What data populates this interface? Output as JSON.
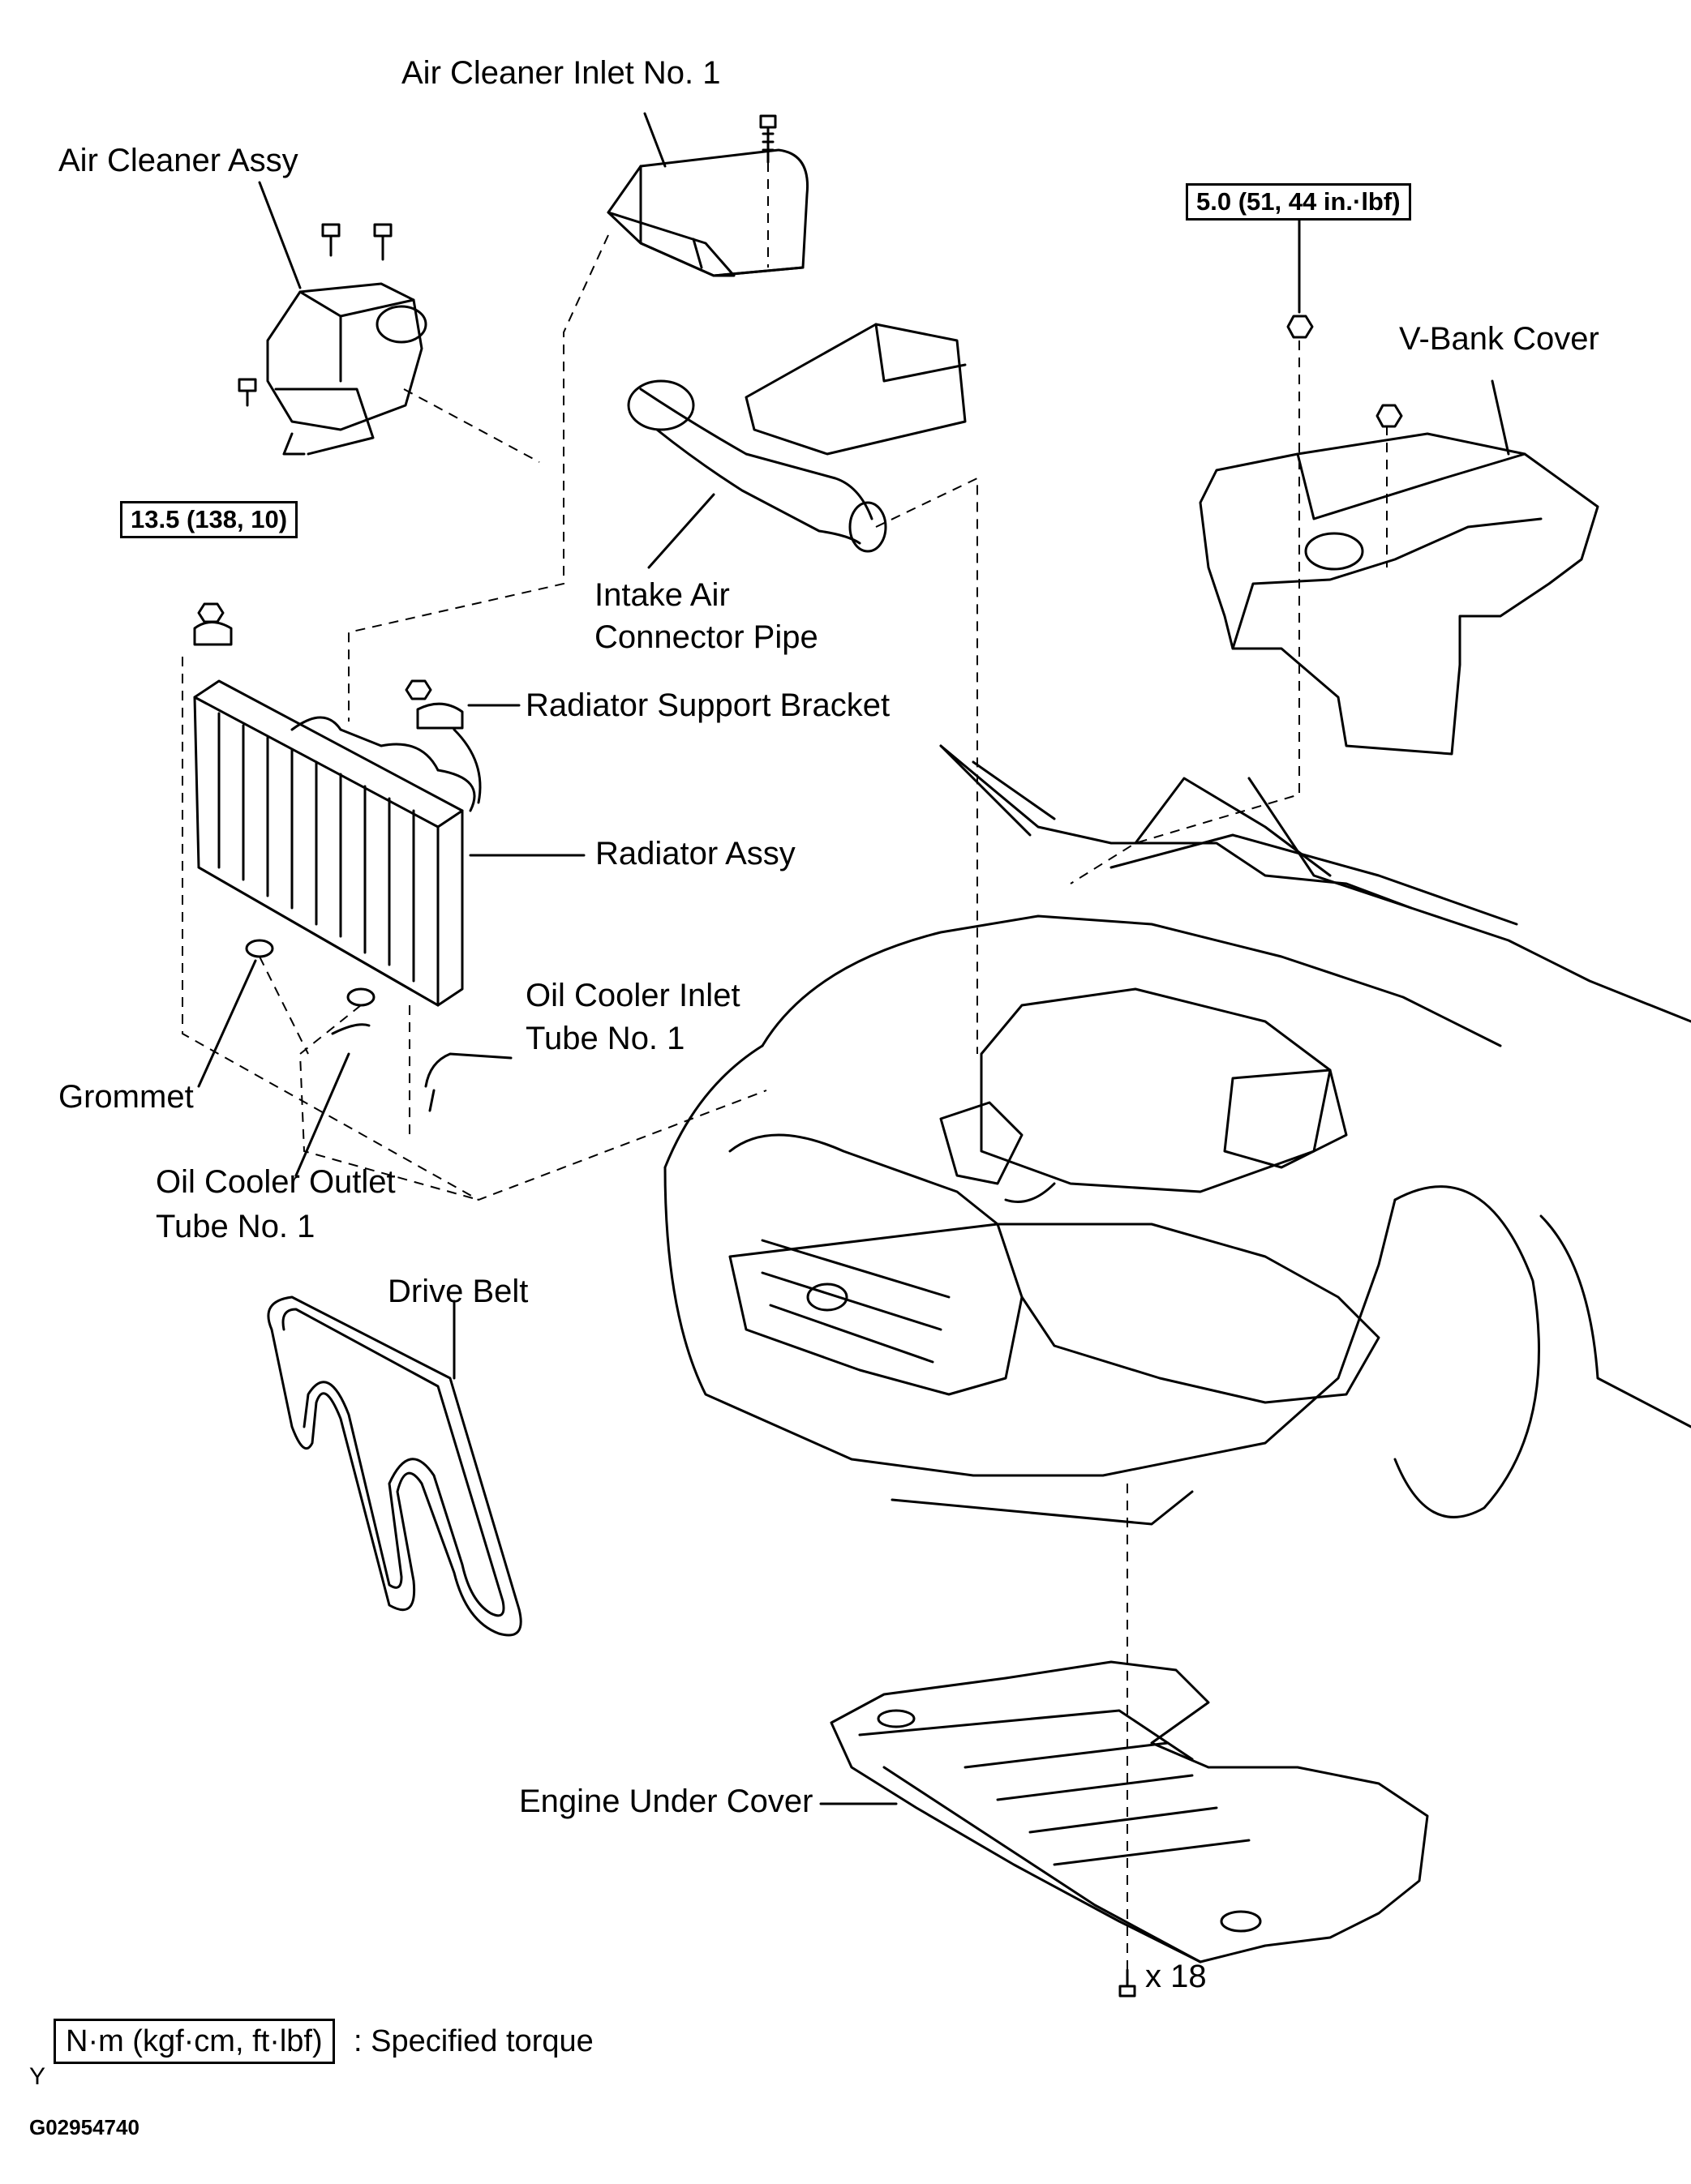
{
  "labels": {
    "air_cleaner_inlet": "Air Cleaner Inlet No. 1",
    "air_cleaner_assy": "Air Cleaner Assy",
    "v_bank_cover": "V-Bank  Cover",
    "intake_air_1": "Intake Air",
    "intake_air_2": "Connector Pipe",
    "radiator_support_bracket": "Radiator Support Bracket",
    "radiator_assy": "Radiator Assy",
    "oil_cooler_inlet_1": "Oil Cooler Inlet",
    "oil_cooler_inlet_2": "Tube No. 1",
    "grommet": "Grommet",
    "oil_cooler_outlet_1": "Oil Cooler Outlet",
    "oil_cooler_outlet_2": "Tube No. 1",
    "drive_belt": "Drive Belt",
    "engine_under_cover": "Engine Under Cover",
    "bolt_count": "x 18"
  },
  "torque": {
    "v_bank": "5.0 (51, 44 in.·lbf)",
    "radiator": "13.5 (138, 10)"
  },
  "legend": {
    "box": "N·m (kgf·cm, ft·lbf)",
    "text": ": Specified torque",
    "corner": "Y"
  },
  "figure_id": "G02954740"
}
